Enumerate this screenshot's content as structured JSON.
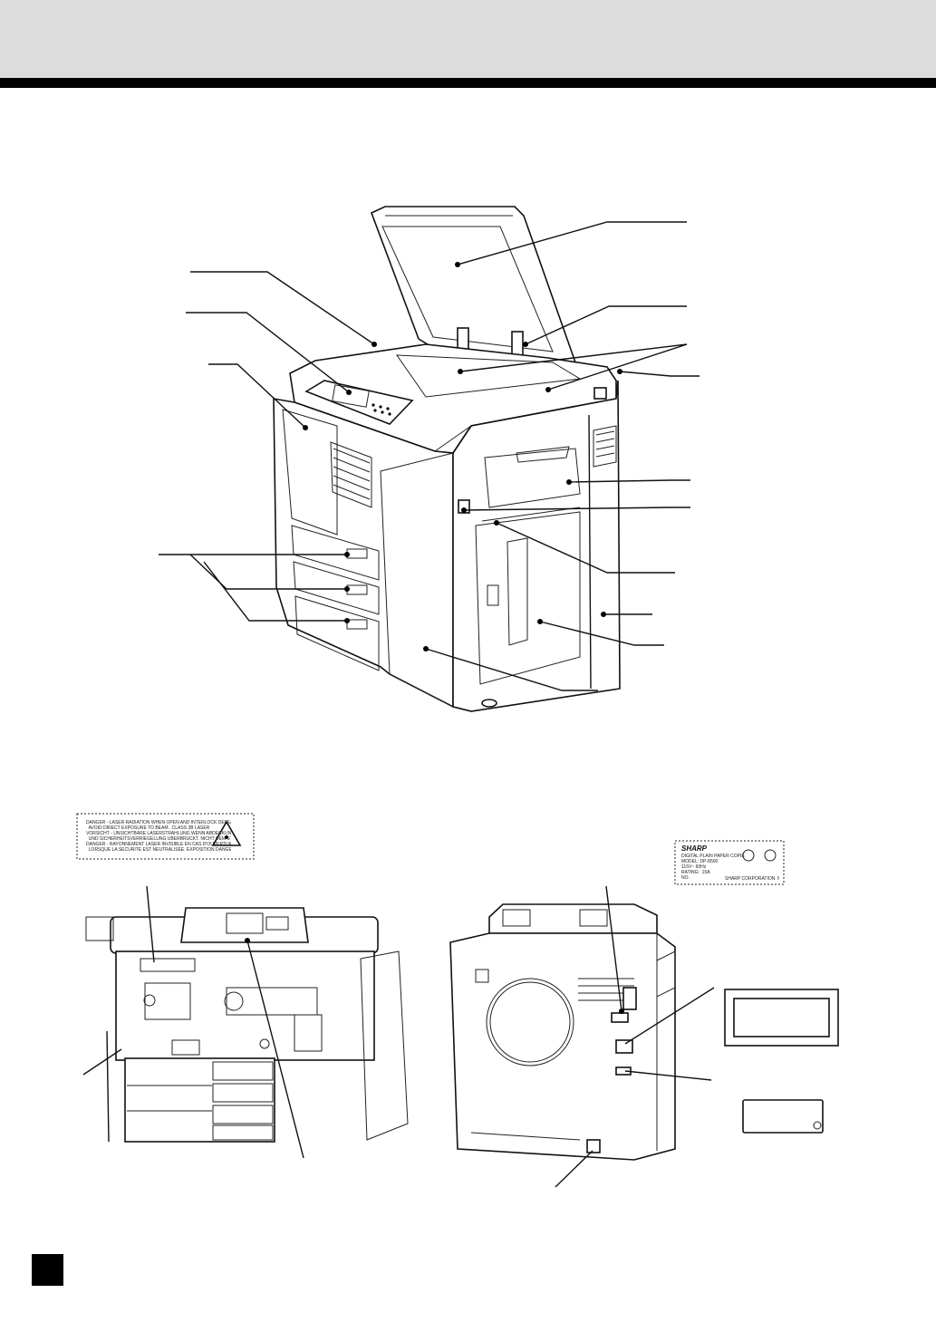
{
  "laser_label": {
    "text": "DANGER - LASER RADIATION WHEN OPEN AND INTERLOCK DEFEATED.\n  AVOID DIRECT EXPOSURE TO BEAM.  CLASS 3B LASER\nVORSICHT - UNSICHTBARE LASERSTRAHLUNG WENN ABDECKUNG GEOFFNET\n  UND SICHERHEITSVERRIEGELUNG UBERBRUCKT. NICHT DEM STRAHL AUSSETZEN.\nDANGER - RAYONNEMENT LASER INVISIBLE EN CAS D'OUVERTURE ET\n  LORSQUE LA SECURITE EST NEUTRALISEE. EXPOSITION DANGEREUSE AU FAISCEAU."
  },
  "rating_label": {
    "brand": "SHARP",
    "lines": "DIGITAL PLAIN PAPER COPIER\nMODEL: DP-8500\n115V~ 60Hz\nRATING:  15A\nNO.",
    "maker": "SHARP CORPORATION  MADE IN JAPAN"
  },
  "colors": {
    "header_band": "#dcdcdc",
    "header_rule": "#000000",
    "line_art": "#111111"
  }
}
